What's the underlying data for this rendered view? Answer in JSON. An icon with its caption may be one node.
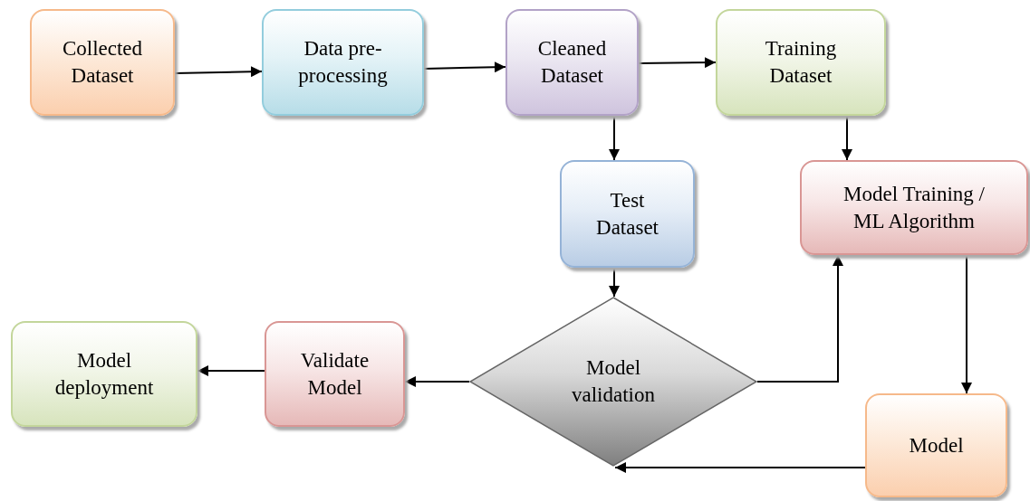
{
  "diagram": {
    "nodes": [
      {
        "text": [
          "Collected Dataset"
        ]
      },
      {
        "text": [
          "Data pre-processing"
        ]
      },
      {
        "text": [
          "Cleaned Dataset"
        ]
      },
      {
        "text": [
          "Training Dataset"
        ]
      },
      {
        "text": [
          "Test Dataset"
        ]
      },
      {
        "text": [
          "Model Training / ML Algorithm"
        ]
      },
      {
        "text": [
          "Model validation"
        ]
      },
      {
        "text": [
          "Validate Model"
        ]
      },
      {
        "text": [
          "Model deployment"
        ]
      },
      {
        "text": [
          "Model"
        ]
      }
    ],
    "edges": [
      {
        "from": 0,
        "to": 1,
        "arrow": "to"
      },
      {
        "from": 1,
        "to": 2,
        "arrow": "to"
      },
      {
        "from": 2,
        "to": 3,
        "arrow": "to"
      },
      {
        "from": 2,
        "to": 4,
        "arrow": "to"
      },
      {
        "from": 3,
        "to": 5,
        "arrow": "to"
      },
      {
        "from": 4,
        "to": 6,
        "arrow": "to"
      },
      {
        "from": 6,
        "to": 7,
        "arrow": "to"
      },
      {
        "from": 7,
        "to": 8,
        "arrow": "to"
      },
      {
        "from": 6,
        "to": 5,
        "arrow": "to"
      },
      {
        "from": 5,
        "to": 9,
        "arrow": "to"
      },
      {
        "from": 9,
        "to": 6,
        "arrow": "to"
      }
    ]
  }
}
